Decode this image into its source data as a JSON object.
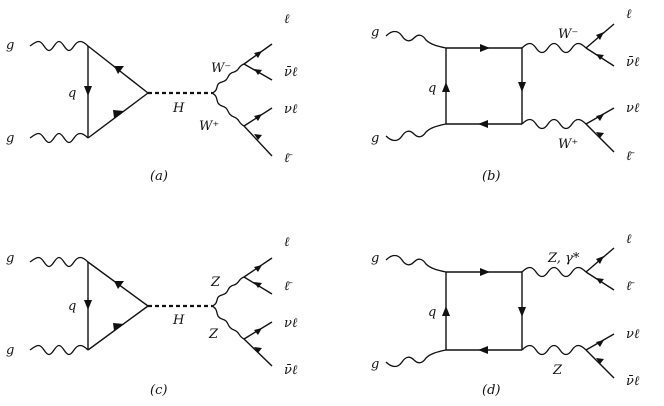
{
  "diagrams": [
    {
      "caption": "(a)",
      "labels": {
        "g_top": "g",
        "g_bot": "g",
        "quark": "q",
        "boson": "H",
        "v_upper": "W⁻",
        "v_lower": "W⁺",
        "f1": "ℓ",
        "f2": "ν̄ℓ",
        "f3": "νℓ",
        "f4": "ℓ̄"
      }
    },
    {
      "caption": "(b)",
      "labels": {
        "g_top": "g",
        "g_bot": "g",
        "quark": "q",
        "v_upper": "W⁻",
        "v_lower": "W⁺",
        "f1": "ℓ",
        "f2": "ν̄ℓ",
        "f3": "νℓ",
        "f4": "ℓ̄"
      }
    },
    {
      "caption": "(c)",
      "labels": {
        "g_top": "g",
        "g_bot": "g",
        "quark": "q",
        "boson": "H",
        "v_upper": "Z",
        "v_lower": "Z",
        "f1": "ℓ",
        "f2": "ℓ̄",
        "f3": "νℓ",
        "f4": "ν̄ℓ"
      }
    },
    {
      "caption": "(d)",
      "labels": {
        "g_top": "g",
        "g_bot": "g",
        "quark": "q",
        "v_upper": "Z, γ*",
        "v_lower": "Z",
        "f1": "ℓ",
        "f2": "ℓ̄",
        "f3": "νℓ",
        "f4": "ν̄ℓ"
      }
    }
  ]
}
